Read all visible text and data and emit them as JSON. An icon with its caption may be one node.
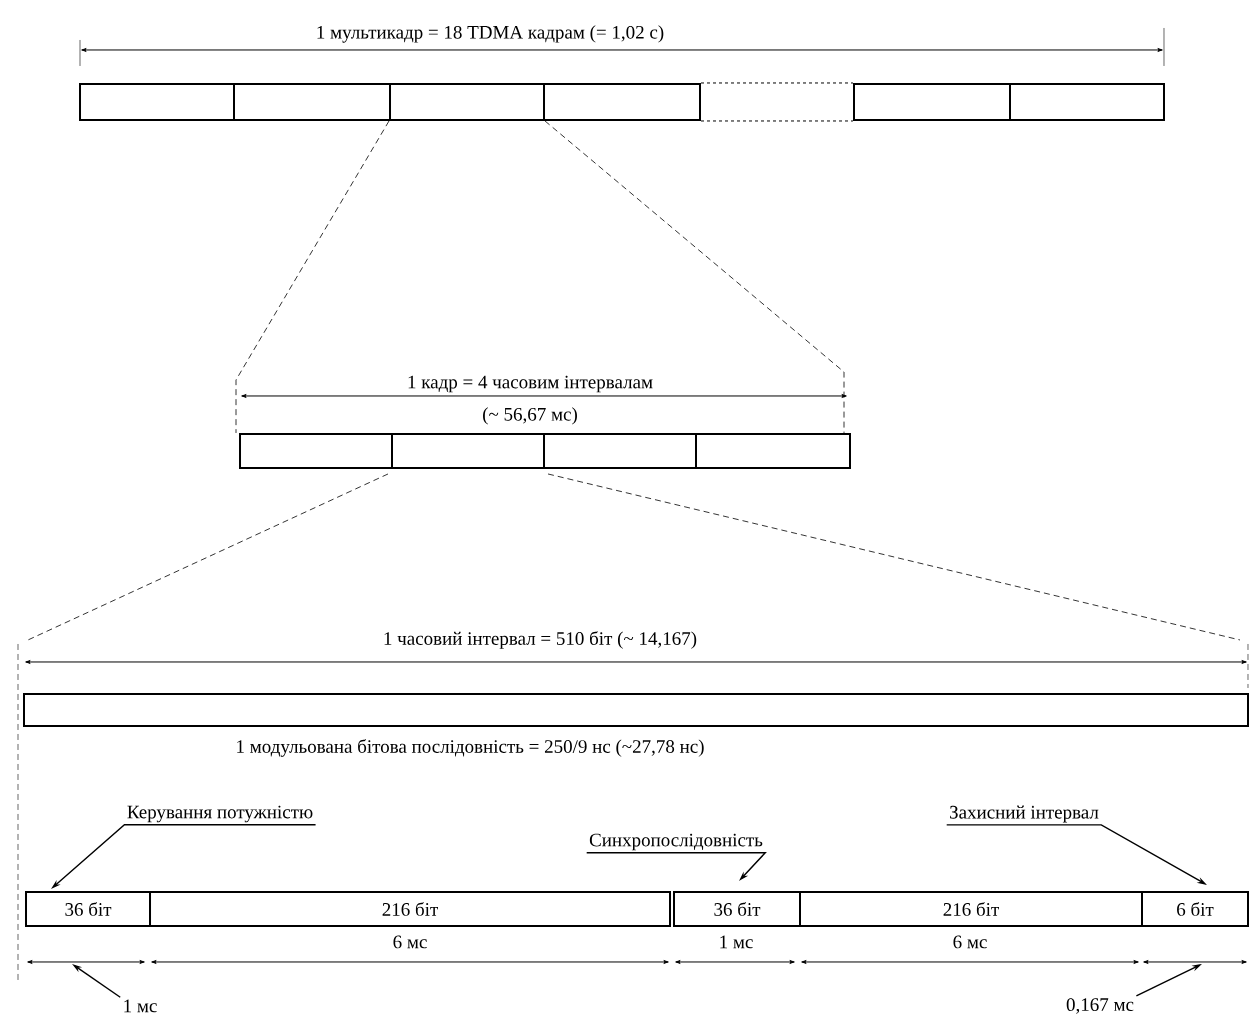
{
  "diagram": {
    "nodes": [
      {
        "text": [],
        "shape": "box"
      },
      {
        "text": [],
        "shape": "box"
      },
      {
        "text": [],
        "shape": "box"
      },
      {
        "text": [],
        "shape": "box"
      },
      {
        "text": [],
        "shape": "box"
      },
      {
        "text": [],
        "shape": "box"
      },
      {
        "text": [],
        "shape": "box"
      },
      {
        "text": [],
        "shape": "box"
      },
      {
        "text": [],
        "shape": "box"
      },
      {
        "text": [],
        "shape": "box"
      },
      {
        "text": [],
        "shape": "box"
      },
      {
        "text": [
          "36  біт"
        ]
      },
      {
        "text": [
          "216 біт"
        ]
      },
      {
        "text": [
          "36 біт"
        ]
      },
      {
        "text": [
          "216 біт"
        ]
      },
      {
        "text": [
          "6 біт"
        ]
      },
      {
        "text": [
          "Керування потужністю"
        ]
      },
      {
        "text": [
          "Синхропослідовність"
        ]
      },
      {
        "text": [
          "Захисний інтервал"
        ]
      },
      {
        "text": [
          "1 мс"
        ]
      },
      {
        "text": [
          "0,167 мс"
        ]
      }
    ],
    "edges": [
      {
        "from": 16,
        "to": 11,
        "arrow": "to"
      },
      {
        "from": 17,
        "to": 13,
        "arrow": "to"
      },
      {
        "from": 18,
        "to": 15,
        "arrow": "to"
      },
      {
        "from": 19,
        "to": null,
        "arrow": "to"
      },
      {
        "from": 20,
        "to": null,
        "arrow": "to"
      },
      {
        "from": 3,
        "to": 4,
        "arrow": "none",
        "style": "dashed"
      },
      {
        "from": 3,
        "to": 4,
        "arrow": "none",
        "style": "dashed"
      },
      {
        "from": 2,
        "to": 6,
        "arrow": "none",
        "style": "dashed"
      },
      {
        "from": 2,
        "to": 9,
        "arrow": "none",
        "style": "dashed"
      }
    ],
    "labels": [
      "1 мультикадр = 18  TDMA кадрам (= 1,02 с)",
      "1  кадр = 4 часовим інтервалам",
      "(~ 56,67 мс)",
      "1  часовий інтервал  = 510 біт (~  14,167)",
      "1 модульована бітова послідовність = 250/9 нс (~27,78 нс)",
      "6 мс",
      "1 мс",
      "6 мс"
    ]
  }
}
